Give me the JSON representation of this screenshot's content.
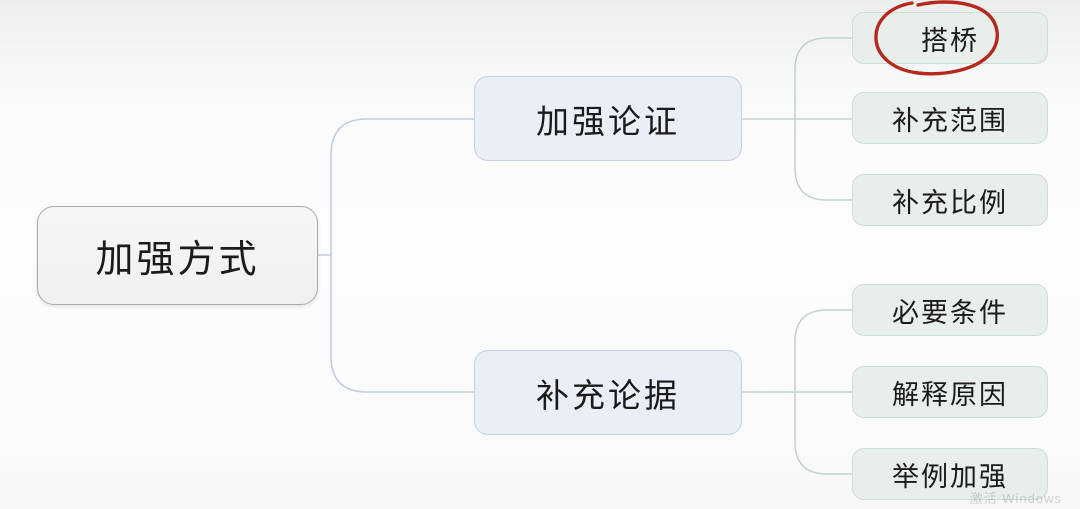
{
  "diagram": {
    "type": "mind-map",
    "title": "加强方式",
    "root": {
      "label": "加强方式"
    },
    "branches": [
      {
        "label": "加强论证",
        "children": [
          {
            "label": "搭桥",
            "annotated": true
          },
          {
            "label": "补充范围",
            "annotated": false
          },
          {
            "label": "补充比例",
            "annotated": false
          }
        ]
      },
      {
        "label": "补充论据",
        "children": [
          {
            "label": "必要条件",
            "annotated": false
          },
          {
            "label": "解释原因",
            "annotated": false
          },
          {
            "label": "举例加强",
            "annotated": false
          }
        ]
      }
    ]
  },
  "annotation": {
    "shape": "hand-drawn-ellipse",
    "color": "#b5281d",
    "targets": "搭桥"
  },
  "colors": {
    "background_top": "#eceded",
    "background_bottom": "#f7f7f7",
    "root_fill": "#f2f2f2",
    "root_border": "#a9a9a9",
    "branch_fill": "#e9eef7",
    "branch_border": "#c3d1e4",
    "leaf_fill": "#e8efea",
    "leaf_border": "#cfded4",
    "connector_branch": "#c4d2e3",
    "connector_leaf": "#c2d2c8",
    "text": "#1b1b1b",
    "annotation_red": "#b5281d"
  },
  "watermark": {
    "text": "激活 Windows"
  }
}
